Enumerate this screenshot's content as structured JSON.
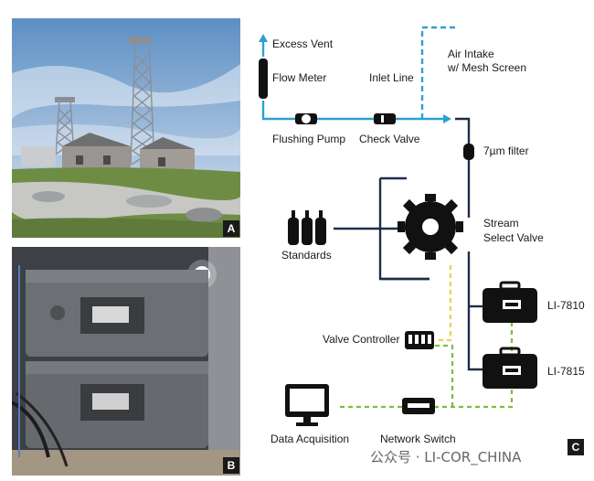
{
  "panels": {
    "a": "A",
    "b": "B",
    "c": "C"
  },
  "diagram": {
    "excess_vent": "Excess Vent",
    "flow_meter": "Flow Meter",
    "inlet_line": "Inlet Line",
    "air_intake_1": "Air Intake",
    "air_intake_2": "w/ Mesh Screen",
    "flushing_pump": "Flushing Pump",
    "check_valve": "Check Valve",
    "filter": "7µm filter",
    "stream_1": "Stream",
    "stream_2": "Select Valve",
    "standards": "Standards",
    "li7810": "LI-7810",
    "li7815": "LI-7815",
    "valve_controller": "Valve Controller",
    "data_acquisition": "Data Acquisition",
    "network_switch": "Network Switch"
  },
  "watermark": "公众号 · LI-COR_CHINA",
  "colors": {
    "air_line": "#2aa1d2",
    "gas_line": "#1f2d4a",
    "control_line": "#e8d24a",
    "network_line": "#7cbf3a",
    "icon": "#111111"
  }
}
